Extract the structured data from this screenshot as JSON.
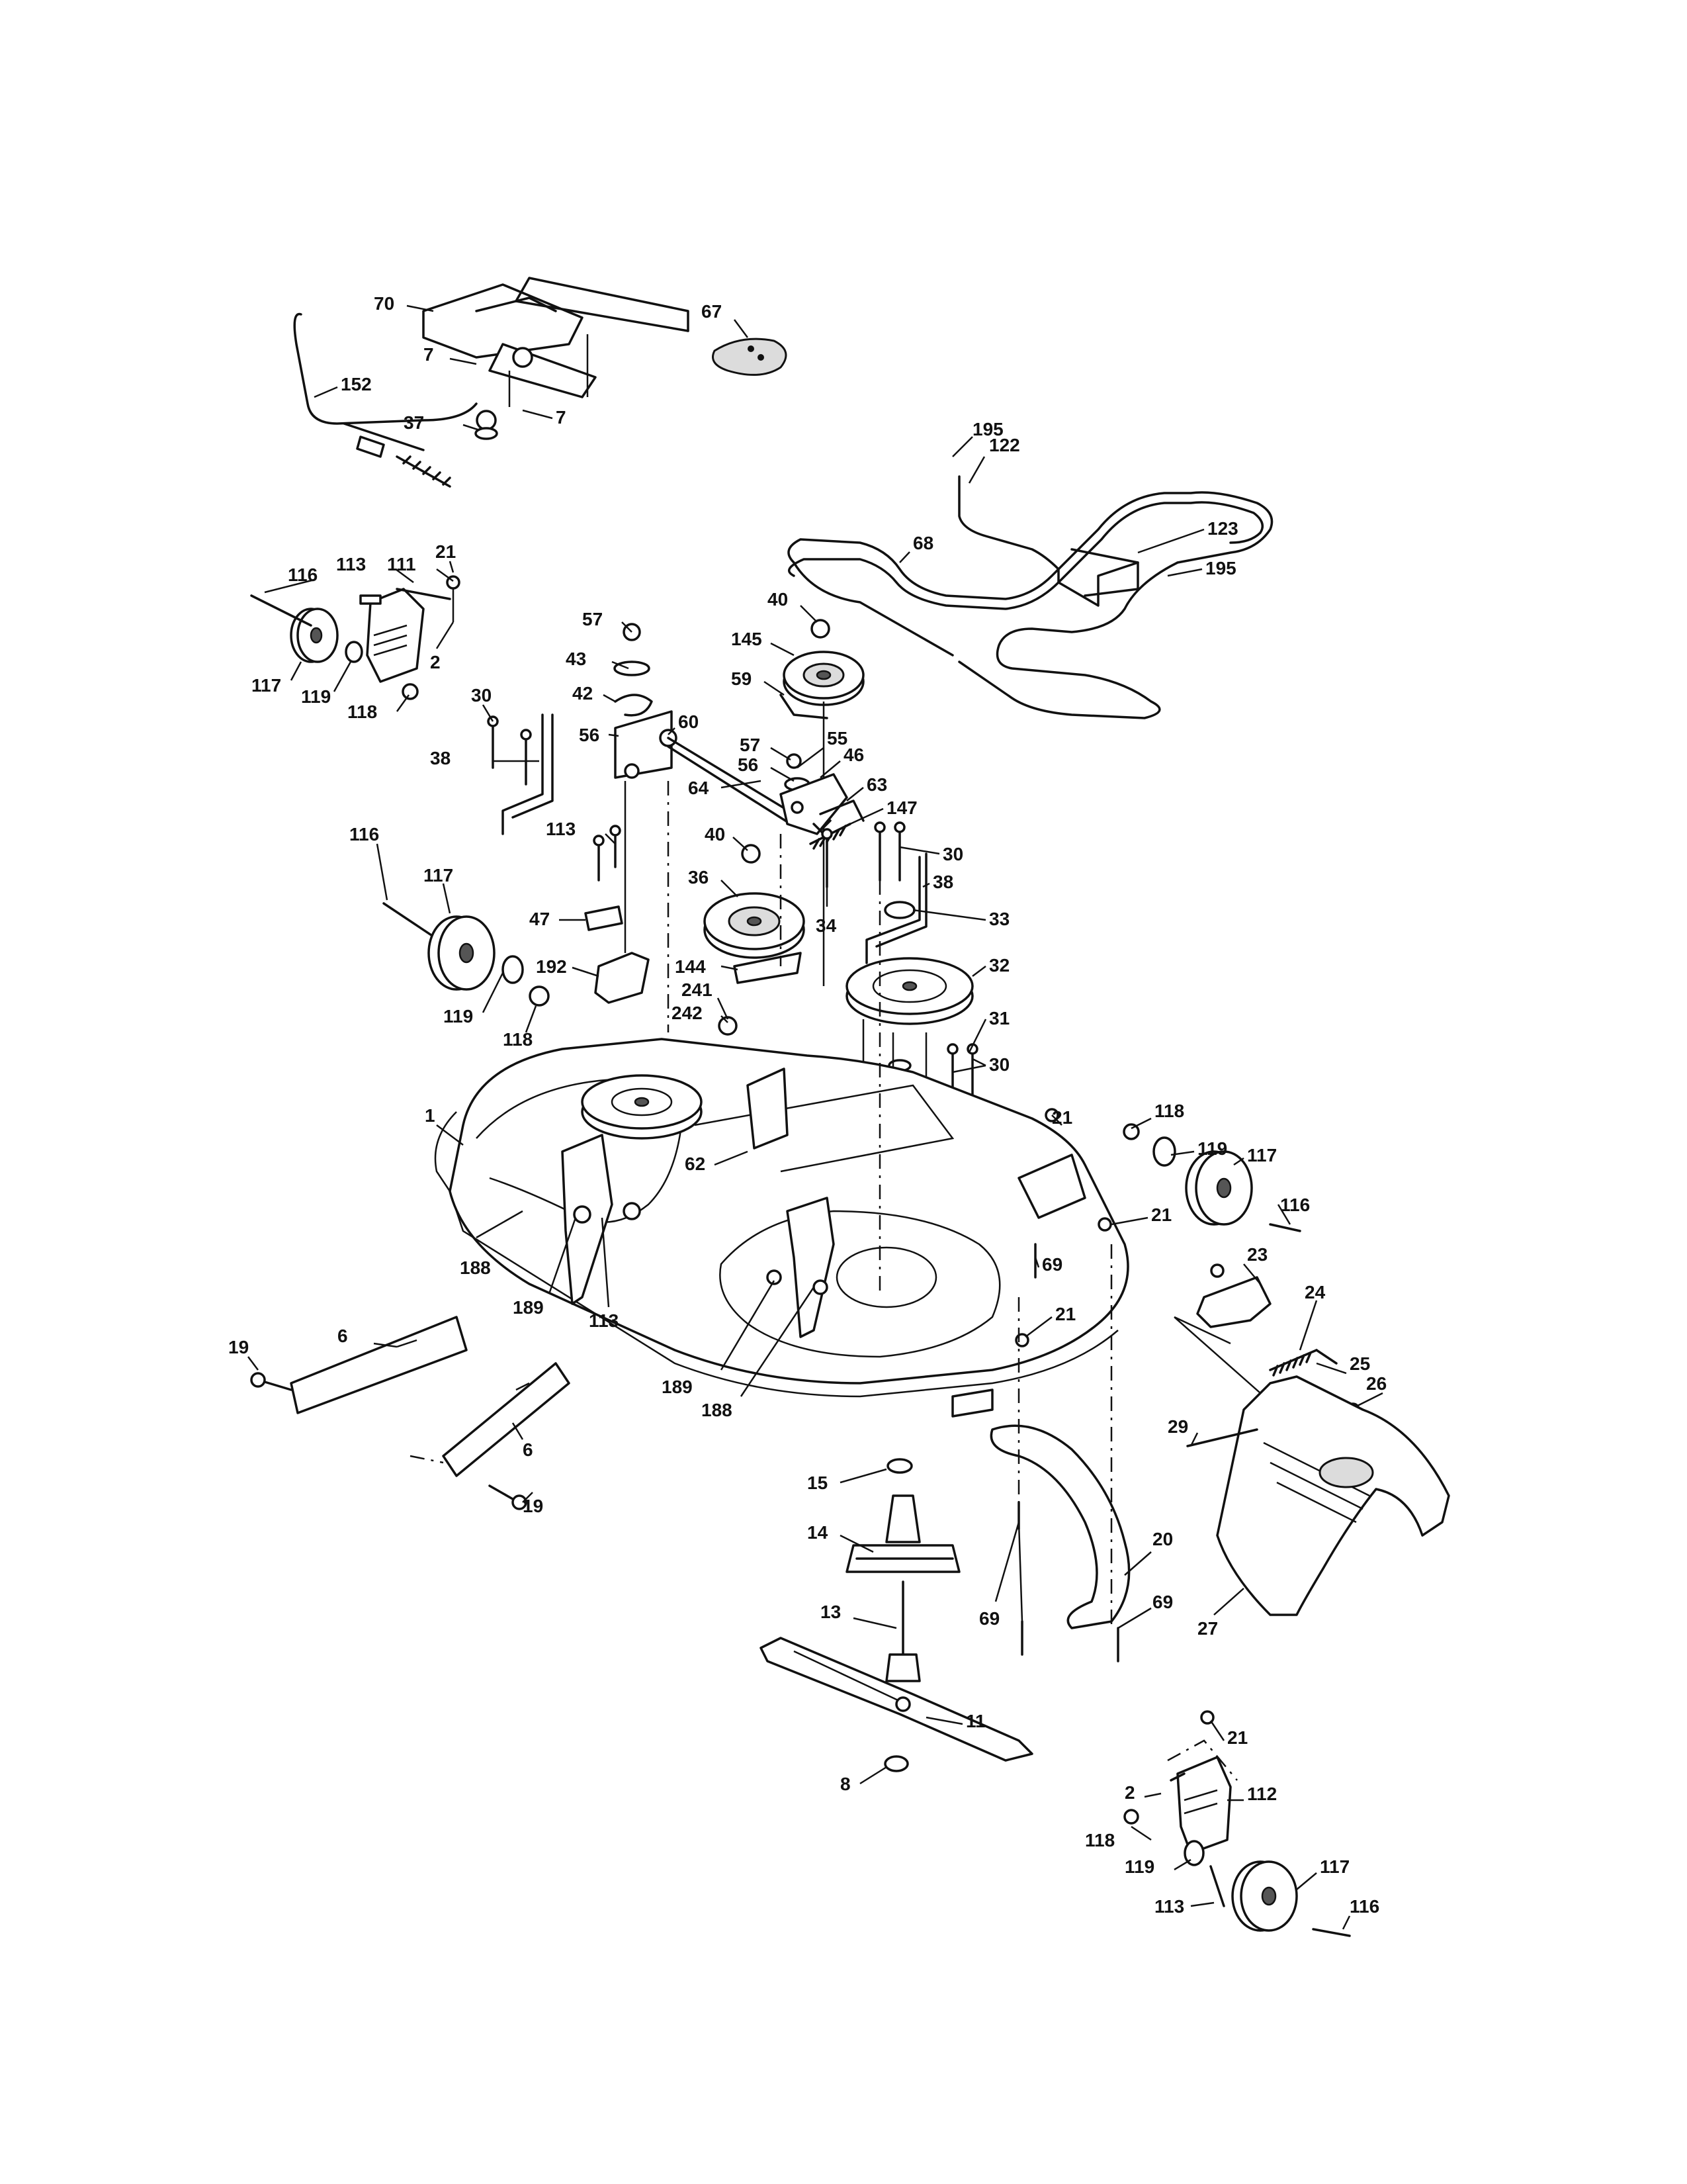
{
  "diagram": {
    "callouts": [
      {
        "id": "c70",
        "text": "70"
      },
      {
        "id": "c67",
        "text": "67"
      },
      {
        "id": "c7a",
        "text": "7"
      },
      {
        "id": "c7b",
        "text": "7"
      },
      {
        "id": "c152",
        "text": "152"
      },
      {
        "id": "c37",
        "text": "37"
      },
      {
        "id": "c195a",
        "text": "195"
      },
      {
        "id": "c122",
        "text": "122"
      },
      {
        "id": "c123",
        "text": "123"
      },
      {
        "id": "c195b",
        "text": "195"
      },
      {
        "id": "c68",
        "text": "68"
      },
      {
        "id": "c21a",
        "text": "21"
      },
      {
        "id": "c113a",
        "text": "113"
      },
      {
        "id": "c111",
        "text": "111"
      },
      {
        "id": "c116a",
        "text": "116"
      },
      {
        "id": "c2a",
        "text": "2"
      },
      {
        "id": "c117a",
        "text": "117"
      },
      {
        "id": "c119a",
        "text": "119"
      },
      {
        "id": "c118a",
        "text": "118"
      },
      {
        "id": "c57a",
        "text": "57"
      },
      {
        "id": "c43",
        "text": "43"
      },
      {
        "id": "c42",
        "text": "42"
      },
      {
        "id": "c56a",
        "text": "56"
      },
      {
        "id": "c60",
        "text": "60"
      },
      {
        "id": "c40a",
        "text": "40"
      },
      {
        "id": "c145",
        "text": "145"
      },
      {
        "id": "c59",
        "text": "59"
      },
      {
        "id": "c30a",
        "text": "30"
      },
      {
        "id": "c38a",
        "text": "38"
      },
      {
        "id": "c57b",
        "text": "57"
      },
      {
        "id": "c55",
        "text": "55"
      },
      {
        "id": "c56b",
        "text": "56"
      },
      {
        "id": "c46",
        "text": "46"
      },
      {
        "id": "c64",
        "text": "64"
      },
      {
        "id": "c63",
        "text": "63"
      },
      {
        "id": "c147",
        "text": "147"
      },
      {
        "id": "c116b",
        "text": "116"
      },
      {
        "id": "c113b",
        "text": "113"
      },
      {
        "id": "c40b",
        "text": "40"
      },
      {
        "id": "c30b",
        "text": "30"
      },
      {
        "id": "c117b",
        "text": "117"
      },
      {
        "id": "c36",
        "text": "36"
      },
      {
        "id": "c38b",
        "text": "38"
      },
      {
        "id": "c34",
        "text": "34"
      },
      {
        "id": "c47",
        "text": "47"
      },
      {
        "id": "c33",
        "text": "33"
      },
      {
        "id": "c192",
        "text": "192"
      },
      {
        "id": "c144",
        "text": "144"
      },
      {
        "id": "c32",
        "text": "32"
      },
      {
        "id": "c241",
        "text": "241"
      },
      {
        "id": "c119b",
        "text": "119"
      },
      {
        "id": "c242",
        "text": "242"
      },
      {
        "id": "c118b",
        "text": "118"
      },
      {
        "id": "c31",
        "text": "31"
      },
      {
        "id": "c30c",
        "text": "30"
      },
      {
        "id": "c1",
        "text": "1"
      },
      {
        "id": "c21b",
        "text": "21"
      },
      {
        "id": "c118c",
        "text": "118"
      },
      {
        "id": "c119c",
        "text": "119"
      },
      {
        "id": "c117c",
        "text": "117"
      },
      {
        "id": "c62",
        "text": "62"
      },
      {
        "id": "c116c",
        "text": "116"
      },
      {
        "id": "c21c",
        "text": "21"
      },
      {
        "id": "c23",
        "text": "23"
      },
      {
        "id": "c188a",
        "text": "188"
      },
      {
        "id": "c69a",
        "text": "69"
      },
      {
        "id": "c189a",
        "text": "189"
      },
      {
        "id": "c113c",
        "text": "113"
      },
      {
        "id": "c24",
        "text": "24"
      },
      {
        "id": "c21d",
        "text": "21"
      },
      {
        "id": "c25",
        "text": "25"
      },
      {
        "id": "c6a",
        "text": "6"
      },
      {
        "id": "c19a",
        "text": "19"
      },
      {
        "id": "c189b",
        "text": "189"
      },
      {
        "id": "c26",
        "text": "26"
      },
      {
        "id": "c188b",
        "text": "188"
      },
      {
        "id": "c6b",
        "text": "6"
      },
      {
        "id": "c29",
        "text": "29"
      },
      {
        "id": "c19b",
        "text": "19"
      },
      {
        "id": "c15",
        "text": "15"
      },
      {
        "id": "c14",
        "text": "14"
      },
      {
        "id": "c20",
        "text": "20"
      },
      {
        "id": "c69b",
        "text": "69"
      },
      {
        "id": "c13",
        "text": "13"
      },
      {
        "id": "c69c",
        "text": "69"
      },
      {
        "id": "c27",
        "text": "27"
      },
      {
        "id": "c11",
        "text": "11"
      },
      {
        "id": "c21e",
        "text": "21"
      },
      {
        "id": "c8",
        "text": "8"
      },
      {
        "id": "c2b",
        "text": "2"
      },
      {
        "id": "c112",
        "text": "112"
      },
      {
        "id": "c118d",
        "text": "118"
      },
      {
        "id": "c119d",
        "text": "119"
      },
      {
        "id": "c117d",
        "text": "117"
      },
      {
        "id": "c113d",
        "text": "113"
      },
      {
        "id": "c116d",
        "text": "116"
      }
    ]
  }
}
